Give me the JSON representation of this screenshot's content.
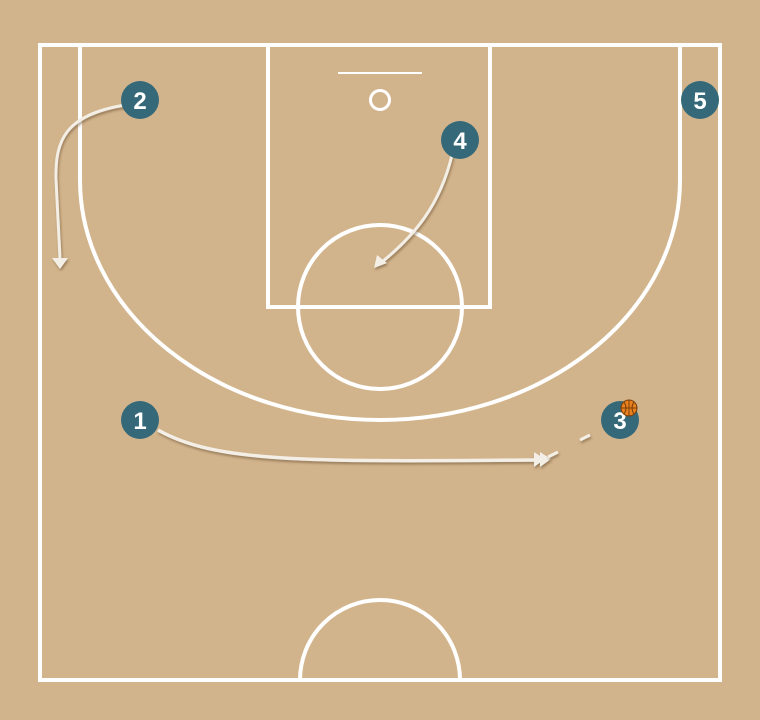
{
  "colors": {
    "court": "#d2b48c",
    "lines": "#ffffff",
    "player_fill": "#35697a",
    "player_text": "#ffffff",
    "ball": "#e8821f",
    "movement_path": "#f4efe6",
    "path_shadow": "#8a7252"
  },
  "players": [
    {
      "id": "p1",
      "label": "1"
    },
    {
      "id": "p2",
      "label": "2"
    },
    {
      "id": "p3",
      "label": "3",
      "has_ball": true
    },
    {
      "id": "p4",
      "label": "4"
    },
    {
      "id": "p5",
      "label": "5"
    }
  ],
  "actions": [
    {
      "type": "dribble",
      "player": "1"
    },
    {
      "type": "cut",
      "player": "2"
    },
    {
      "type": "cut",
      "player": "4"
    },
    {
      "type": "pass-option",
      "player": "3"
    }
  ]
}
